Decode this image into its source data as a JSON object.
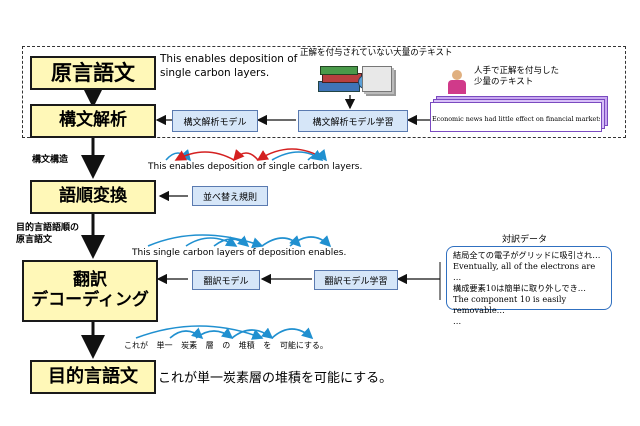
{
  "stages": {
    "source": "原言語文",
    "parse": "構文解析",
    "reorder": "語順変換",
    "translate_line1": "翻訳",
    "translate_line2": "デコーディング",
    "target": "目的言語文"
  },
  "models": {
    "parse_model": "構文解析モデル",
    "parse_learning": "構文解析モデル学習",
    "reorder_rules": "並べ替え規則",
    "trans_model": "翻訳モデル",
    "trans_learning": "翻訳モデル学習"
  },
  "texts": {
    "source_sentence_1": "This enables deposition of",
    "source_sentence_2": "single carbon layers.",
    "unlabeled_text": "正解を付与されていない大量のテキスト",
    "labeled_text_1": "人手で正解を付与した",
    "labeled_text_2": "少量のテキスト",
    "news_text": "Economic news had little effect on financial markets",
    "label_structure": "構文構造",
    "label_reordered_1": "目的言語語順の",
    "label_reordered_2": "原言語文",
    "parallel_data": "対訳データ",
    "target_sentence": "これが単一炭素層の堆積を可能にする。"
  },
  "parse_words": [
    "This",
    "enables",
    "deposition",
    "of",
    "single",
    "carbon",
    "layers."
  ],
  "reordered_words": [
    "This",
    "single",
    "carbon",
    "layers",
    "of",
    "deposition",
    "enables."
  ],
  "translated_words": [
    "これが",
    "単一",
    "炭素",
    "層",
    "の",
    "堆積",
    "を",
    "可能にする。"
  ],
  "corpus_lines": [
    "結局全ての電子がグリッドに吸引され…",
    "Eventually, all of the electrons are …",
    "構成要素10は簡単に取り外しでき…",
    "The component 10 is easily removable…",
    "…"
  ],
  "colors": {
    "stage_fill": "#fff8b8",
    "model_fill": "#d6e6f8",
    "arc_red": "#d42020",
    "arc_blue": "#2090d0",
    "arrow": "#111111"
  }
}
